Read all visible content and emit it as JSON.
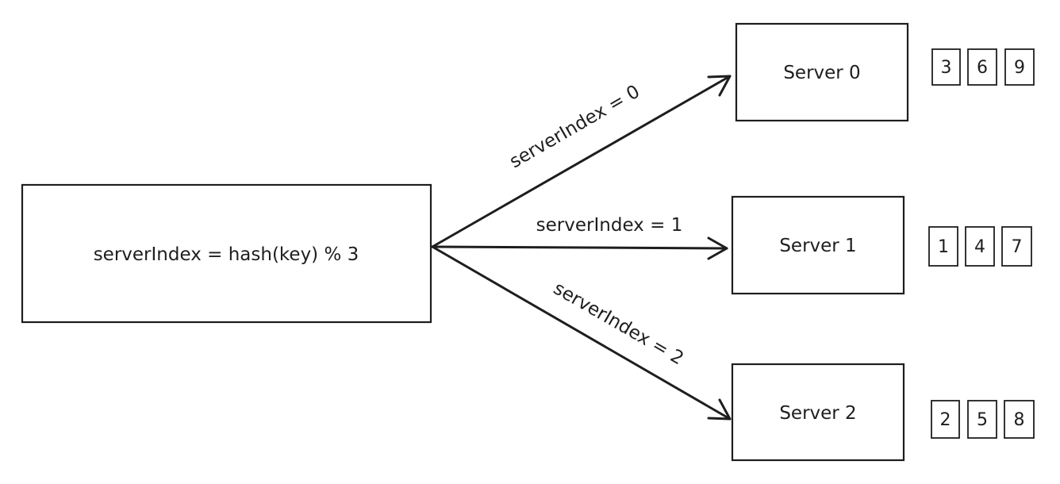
{
  "diagram": {
    "hash_box": {
      "label": "serverIndex = hash(key) % 3"
    },
    "edges": [
      {
        "label": "serverIndex = 0"
      },
      {
        "label": "serverIndex = 1"
      },
      {
        "label": "serverIndex = 2"
      }
    ],
    "servers": [
      {
        "label": "Server 0",
        "keys": [
          "3",
          "6",
          "9"
        ]
      },
      {
        "label": "Server 1",
        "keys": [
          "1",
          "4",
          "7"
        ]
      },
      {
        "label": "Server 2",
        "keys": [
          "2",
          "5",
          "8"
        ]
      }
    ],
    "colors": {
      "stroke": "#1e1e1e",
      "background": "#ffffff"
    }
  }
}
